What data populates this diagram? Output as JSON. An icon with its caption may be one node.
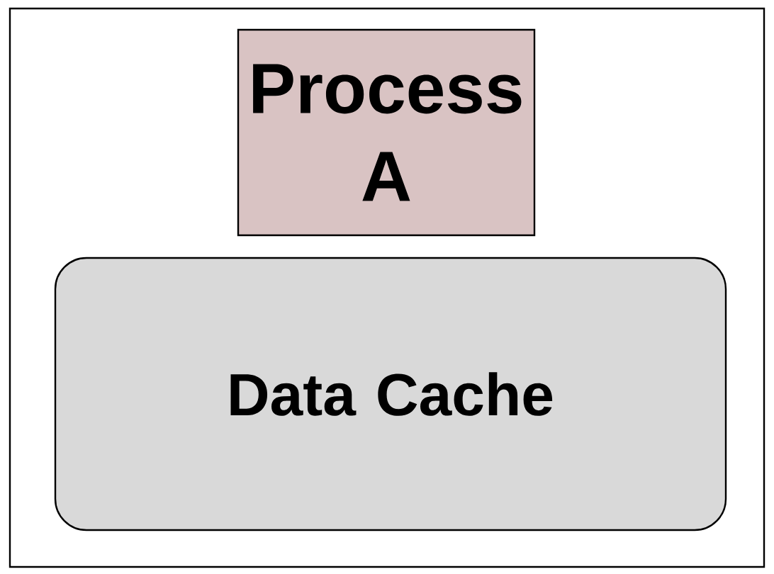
{
  "diagram": {
    "nodes": [
      {
        "text": [],
        "shape": "box"
      },
      {
        "text": [
          "Process A"
        ],
        "in": 0
      },
      {
        "text": [
          "Data Cache"
        ],
        "in": 0
      }
    ]
  }
}
